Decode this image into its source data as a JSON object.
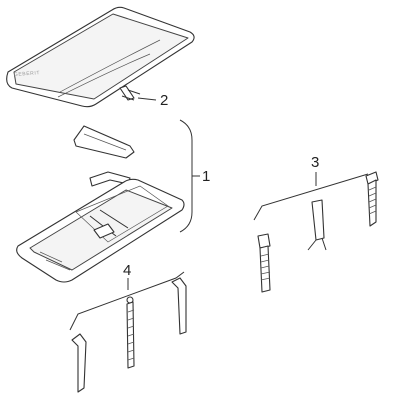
{
  "diagram": {
    "brand_text": "GEBERIT",
    "callouts": [
      {
        "id": "callout-1",
        "label": "1"
      },
      {
        "id": "callout-2",
        "label": "2"
      },
      {
        "id": "callout-3",
        "label": "3"
      },
      {
        "id": "callout-4",
        "label": "4"
      }
    ]
  }
}
